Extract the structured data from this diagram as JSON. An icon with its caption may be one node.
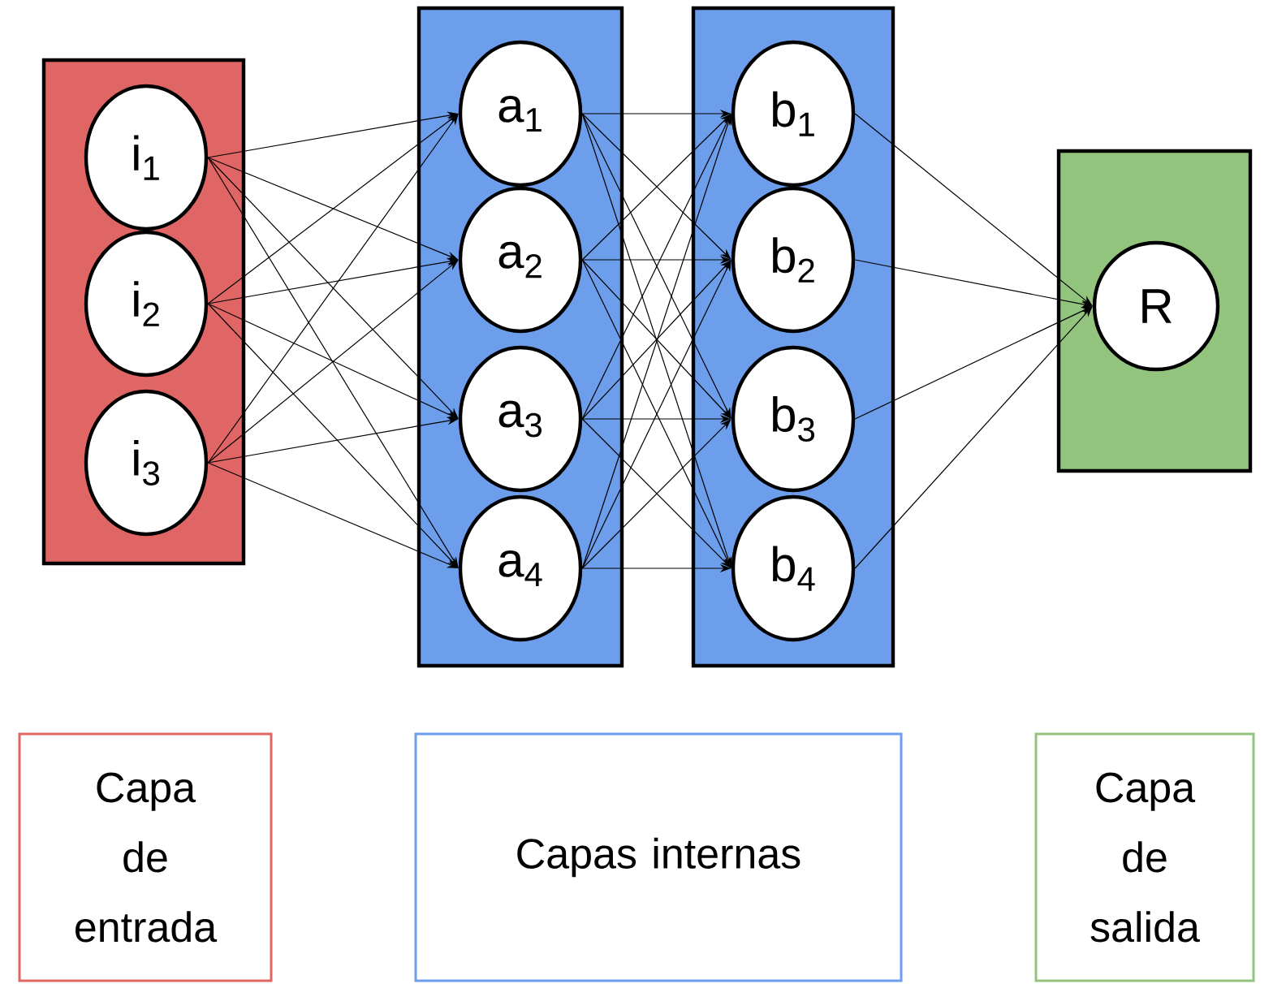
{
  "diagram": {
    "nodes": [
      {
        "text": [],
        "shape": "box"
      },
      {
        "text": [
          "i$_{1}$"
        ],
        "in": 0
      },
      {
        "text": [
          "i$_{2}$"
        ],
        "in": 0
      },
      {
        "text": [
          "i$_{3}$"
        ],
        "in": 0
      },
      {
        "text": [],
        "shape": "box"
      },
      {
        "text": [
          "a$_{1}$"
        ],
        "in": 4
      },
      {
        "text": [
          "a$_{2}$"
        ],
        "in": 4
      },
      {
        "text": [
          "a$_{3}$"
        ],
        "in": 4
      },
      {
        "text": [
          "a$_{4}$"
        ],
        "in": 4
      },
      {
        "text": [],
        "shape": "box"
      },
      {
        "text": [
          "b$_{1}$"
        ],
        "in": 9
      },
      {
        "text": [
          "b$_{2}$"
        ],
        "in": 9
      },
      {
        "text": [
          "b$_{3}$"
        ],
        "in": 9
      },
      {
        "text": [
          "b$_{4}$"
        ],
        "in": 9
      },
      {
        "text": [],
        "shape": "box"
      },
      {
        "text": [
          "R"
        ],
        "in": 14
      },
      {
        "text": [
          "Capa de entrada"
        ]
      },
      {
        "text": [
          "Capas internas"
        ]
      },
      {
        "text": [
          "Capa de salida"
        ]
      }
    ],
    "edges": [
      {
        "from": 1,
        "to": 5,
        "arrow": "to"
      },
      {
        "from": 1,
        "to": 6,
        "arrow": "to"
      },
      {
        "from": 1,
        "to": 7,
        "arrow": "to"
      },
      {
        "from": 1,
        "to": 8,
        "arrow": "to"
      },
      {
        "from": 2,
        "to": 5,
        "arrow": "to"
      },
      {
        "from": 2,
        "to": 6,
        "arrow": "to"
      },
      {
        "from": 2,
        "to": 7,
        "arrow": "to"
      },
      {
        "from": 2,
        "to": 8,
        "arrow": "to"
      },
      {
        "from": 3,
        "to": 5,
        "arrow": "to"
      },
      {
        "from": 3,
        "to": 6,
        "arrow": "to"
      },
      {
        "from": 3,
        "to": 7,
        "arrow": "to"
      },
      {
        "from": 3,
        "to": 8,
        "arrow": "to"
      },
      {
        "from": 5,
        "to": 10,
        "arrow": "to"
      },
      {
        "from": 5,
        "to": 11,
        "arrow": "to"
      },
      {
        "from": 5,
        "to": 12,
        "arrow": "to"
      },
      {
        "from": 5,
        "to": 13,
        "arrow": "to"
      },
      {
        "from": 6,
        "to": 10,
        "arrow": "to"
      },
      {
        "from": 6,
        "to": 11,
        "arrow": "to"
      },
      {
        "from": 6,
        "to": 12,
        "arrow": "to"
      },
      {
        "from": 6,
        "to": 13,
        "arrow": "to"
      },
      {
        "from": 7,
        "to": 10,
        "arrow": "to"
      },
      {
        "from": 7,
        "to": 11,
        "arrow": "to"
      },
      {
        "from": 7,
        "to": 12,
        "arrow": "to"
      },
      {
        "from": 7,
        "to": 13,
        "arrow": "to"
      },
      {
        "from": 8,
        "to": 10,
        "arrow": "to"
      },
      {
        "from": 8,
        "to": 11,
        "arrow": "to"
      },
      {
        "from": 8,
        "to": 12,
        "arrow": "to"
      },
      {
        "from": 8,
        "to": 13,
        "arrow": "to"
      },
      {
        "from": 10,
        "to": 15,
        "arrow": "to"
      },
      {
        "from": 11,
        "to": 15,
        "arrow": "to"
      },
      {
        "from": 12,
        "to": 15,
        "arrow": "to"
      },
      {
        "from": 13,
        "to": 15,
        "arrow": "to"
      }
    ]
  }
}
